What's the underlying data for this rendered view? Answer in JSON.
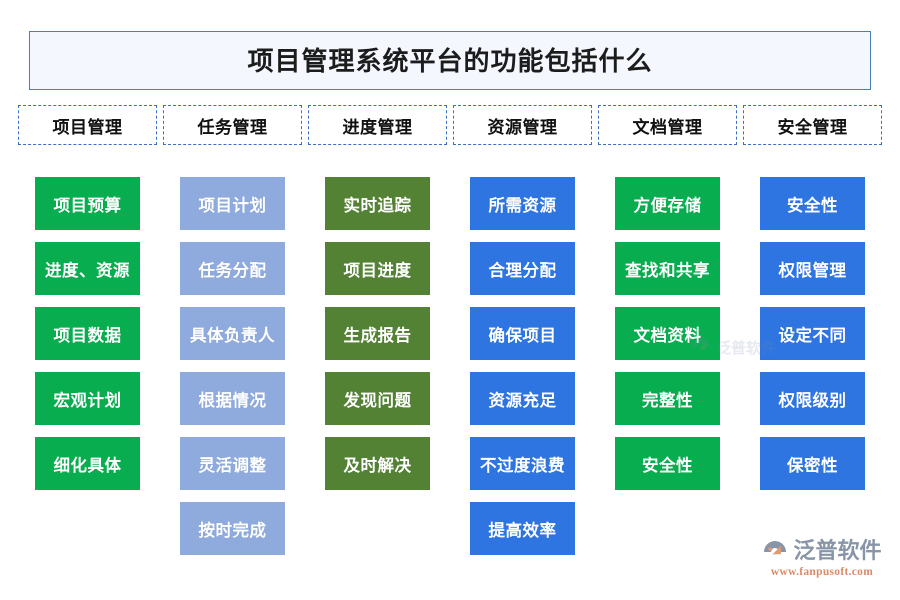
{
  "title": {
    "text": "项目管理系统平台的功能包括什么",
    "border_color": "#4A7EBB",
    "background_color": "#F4F8FE"
  },
  "palette": {
    "green": "#07AD4F",
    "periwinkle": "#8FAADC",
    "olive": "#548235",
    "blue": "#2E75E2"
  },
  "columns": [
    {
      "header": "项目管理"
    },
    {
      "header": "任务管理"
    },
    {
      "header": "进度管理"
    },
    {
      "header": "资源管理"
    },
    {
      "header": "文档管理"
    },
    {
      "header": "安全管理"
    }
  ],
  "cells": [
    {
      "label": "项目预算",
      "color": "green"
    },
    {
      "label": "项目计划",
      "color": "periwinkle"
    },
    {
      "label": "实时追踪",
      "color": "olive"
    },
    {
      "label": "所需资源",
      "color": "blue"
    },
    {
      "label": "方便存储",
      "color": "green"
    },
    {
      "label": "安全性",
      "color": "blue"
    },
    {
      "label": "进度、资源",
      "color": "green"
    },
    {
      "label": "任务分配",
      "color": "periwinkle"
    },
    {
      "label": "项目进度",
      "color": "olive"
    },
    {
      "label": "合理分配",
      "color": "blue"
    },
    {
      "label": "查找和共享",
      "color": "green"
    },
    {
      "label": "权限管理",
      "color": "blue"
    },
    {
      "label": "项目数据",
      "color": "green"
    },
    {
      "label": "具体负责人",
      "color": "periwinkle"
    },
    {
      "label": "生成报告",
      "color": "olive"
    },
    {
      "label": "确保项目",
      "color": "blue"
    },
    {
      "label": "文档资料",
      "color": "green"
    },
    {
      "label": "设定不同",
      "color": "blue"
    },
    {
      "label": "宏观计划",
      "color": "green"
    },
    {
      "label": "根据情况",
      "color": "periwinkle"
    },
    {
      "label": "发现问题",
      "color": "olive"
    },
    {
      "label": "资源充足",
      "color": "blue"
    },
    {
      "label": "完整性",
      "color": "green"
    },
    {
      "label": "权限级别",
      "color": "blue"
    },
    {
      "label": "细化具体",
      "color": "green"
    },
    {
      "label": "灵活调整",
      "color": "periwinkle"
    },
    {
      "label": "及时解决",
      "color": "olive"
    },
    {
      "label": "不过度浪费",
      "color": "blue"
    },
    {
      "label": "安全性",
      "color": "green"
    },
    {
      "label": "保密性",
      "color": "blue"
    },
    {
      "label": "",
      "color": "empty"
    },
    {
      "label": "按时完成",
      "color": "periwinkle"
    },
    {
      "label": "",
      "color": "empty"
    },
    {
      "label": "提高效率",
      "color": "blue"
    },
    {
      "label": "",
      "color": "empty"
    },
    {
      "label": "",
      "color": "empty"
    }
  ],
  "brand": {
    "name": "泛普软件",
    "url": "www.fanpusoft.com"
  },
  "watermark": {
    "text": "泛普软件"
  }
}
